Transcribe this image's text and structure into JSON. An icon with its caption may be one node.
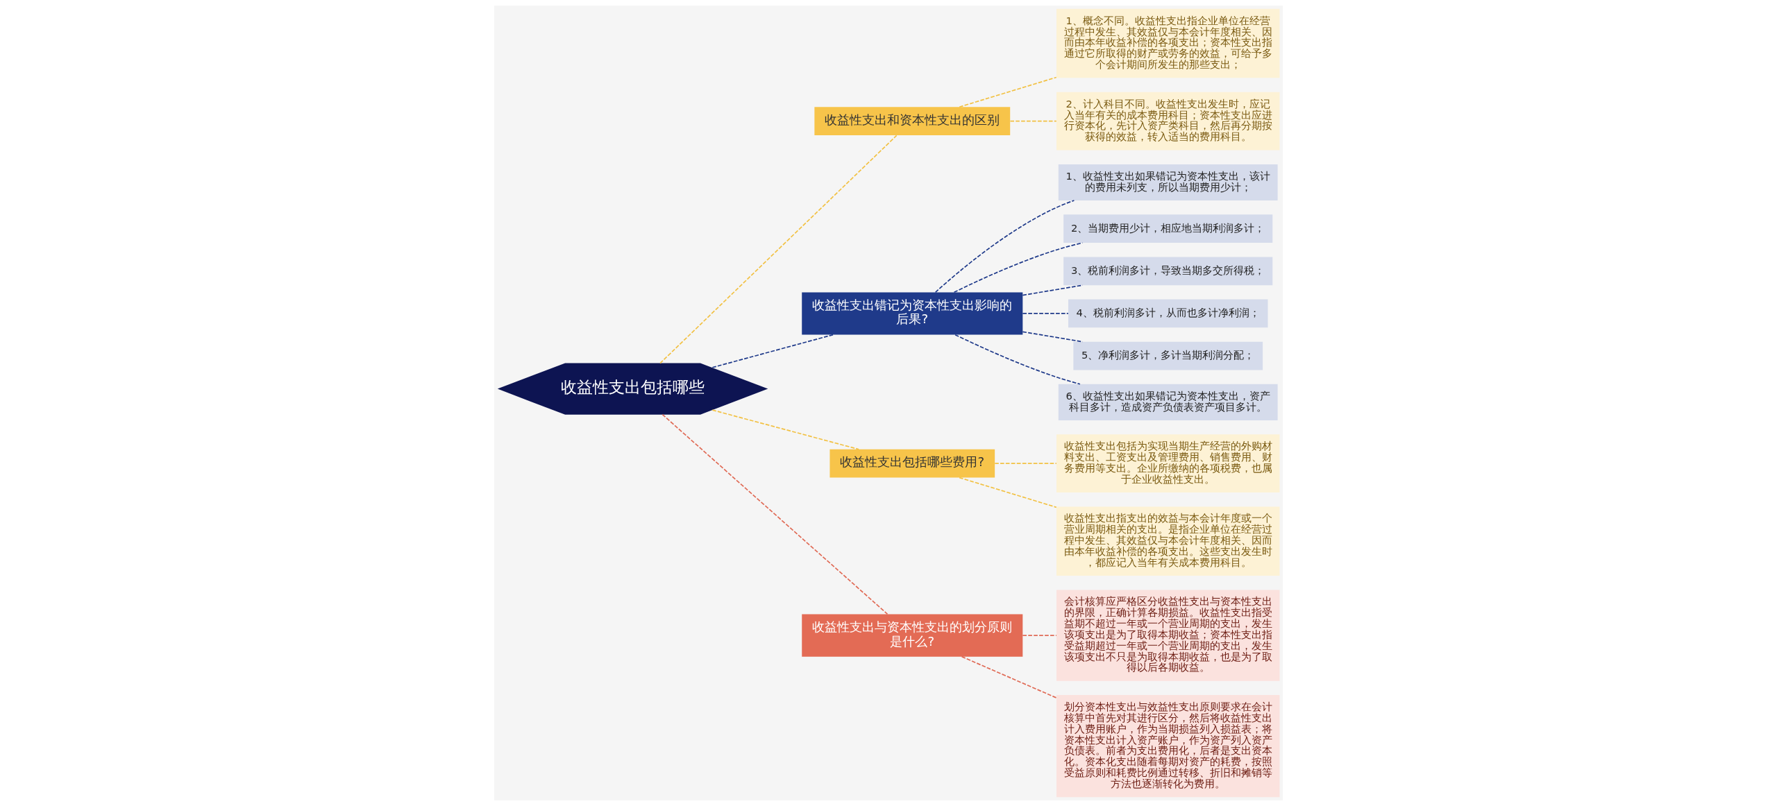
{
  "diagram": {
    "nodes": [
      {
        "text": [
          "收益性支出包括哪些"
        ]
      },
      {
        "text": [
          "收益性支出和资本性支出的区别"
        ]
      },
      {
        "text": [
          "1、概念不同。收益性支出指企业单位在经营过程中发生、其效益仅与本会计年度相关、因而由本年收益补偿的各项支出；资本性支出指通过它所取得的财产或劳务的效益，可给予多个会计期间所发生的那些支出；"
        ]
      },
      {
        "text": [
          "2、计入科目不同。收益性支出发生时，应记入当年有关的成本费用科目；资本性支出应进行资本化，先计入资产类科目，然后再分期按获得的效益，转入适当的费用科目。"
        ]
      },
      {
        "text": [
          "收益性支出错记为资本性支出影响的后果?"
        ]
      },
      {
        "text": [
          "1、收益性支出如果错记为资本性支出，该计的费用未列支，所以当期费用少计；"
        ]
      },
      {
        "text": [
          "2、当期费用少计，相应地当期利润多计；"
        ]
      },
      {
        "text": [
          "3、税前利润多计，导致当期多交所得税；"
        ]
      },
      {
        "text": [
          "4、税前利润多计，从而也多计净利润；"
        ]
      },
      {
        "text": [
          "5、净利润多计，多计当期利润分配；"
        ]
      },
      {
        "text": [
          "6、收益性支出如果错记为资本性支出，资产科目多计，造成资产负债表资产项目多计。"
        ]
      },
      {
        "text": [
          "收益性支出包括哪些费用?"
        ]
      },
      {
        "text": [
          "收益性支出包括为实现当期生产经营的外购材料支出、工资支出及管理费用、销售费用、财务费用等支出。企业所缴纳的各项税费，也属于企业收益性支出。"
        ]
      },
      {
        "text": [
          "收益性支出指支出的效益与本会计年度或一个营业周期相关的支出。是指企业单位在经营过程中发生、其效益仅与本会计年度相关、因而由本年收益补偿的各项支出。这些支出发生时，都应记入当年有关成本费用科目。"
        ]
      },
      {
        "text": [
          "收益性支出与资本性支出的划分原则是什么?"
        ]
      },
      {
        "text": [
          "会计核算应严格区分收益性支出与资本性支出的界限，正确计算各期损益。收益性支出指受益期不超过一年或一个营业周期的支出，发生该项支出是为了取得本期收益；资本性支出指受益期超过一年或一个营业周期的支出，发生该项支出不只是为取得本期收益，也是为了取得以后各期收益。"
        ]
      },
      {
        "text": [
          "划分资本性支出与效益性支出原则要求在会计核算中首先对其进行区分，然后将收益性支出计入费用账户，作为当期损益列入损益表；将资本性支出计入资产账户，作为资产列入资产负债表。前者为支出费用化，后者是支出资本化。资本化支出随着每期对资产的耗费，按照受益原则和耗费比例通过转移、折旧和摊销等方法也逐渐转化为费用。"
        ]
      }
    ],
    "edges": [
      {
        "from": 0,
        "to": 1,
        "arrow": "none",
        "style": "dashed",
        "color": "#f2c143"
      },
      {
        "from": 1,
        "to": 2,
        "arrow": "none",
        "style": "dashed",
        "color": "#f2c143"
      },
      {
        "from": 1,
        "to": 3,
        "arrow": "none",
        "style": "dashed",
        "color": "#f2c143"
      },
      {
        "from": 0,
        "to": 4,
        "arrow": "none",
        "style": "dashed"
      },
      {
        "from": 4,
        "to": 5,
        "arrow": "none",
        "style": "dashed"
      },
      {
        "from": 4,
        "to": 6,
        "arrow": "none",
        "style": "dashed"
      },
      {
        "from": 4,
        "to": 7,
        "arrow": "none",
        "style": "dashed"
      },
      {
        "from": 4,
        "to": 8,
        "arrow": "none",
        "style": "dashed"
      },
      {
        "from": 4,
        "to": 9,
        "arrow": "none",
        "style": "dashed"
      },
      {
        "from": 4,
        "to": 10,
        "arrow": "none",
        "style": "dashed"
      },
      {
        "from": 0,
        "to": 11,
        "arrow": "none",
        "style": "dashed",
        "color": "#f2c143"
      },
      {
        "from": 11,
        "to": 12,
        "arrow": "none",
        "style": "dashed",
        "color": "#f2c143"
      },
      {
        "from": 11,
        "to": 13,
        "arrow": "none",
        "style": "dashed",
        "color": "#f2c143"
      },
      {
        "from": 0,
        "to": 14,
        "arrow": "none",
        "style": "dashed",
        "color": "#e06a55"
      },
      {
        "from": 14,
        "to": 15,
        "arrow": "none",
        "style": "dashed",
        "color": "#e06a55"
      },
      {
        "from": 14,
        "to": 16,
        "arrow": "none",
        "style": "dashed",
        "color": "#e06a55"
      }
    ]
  }
}
